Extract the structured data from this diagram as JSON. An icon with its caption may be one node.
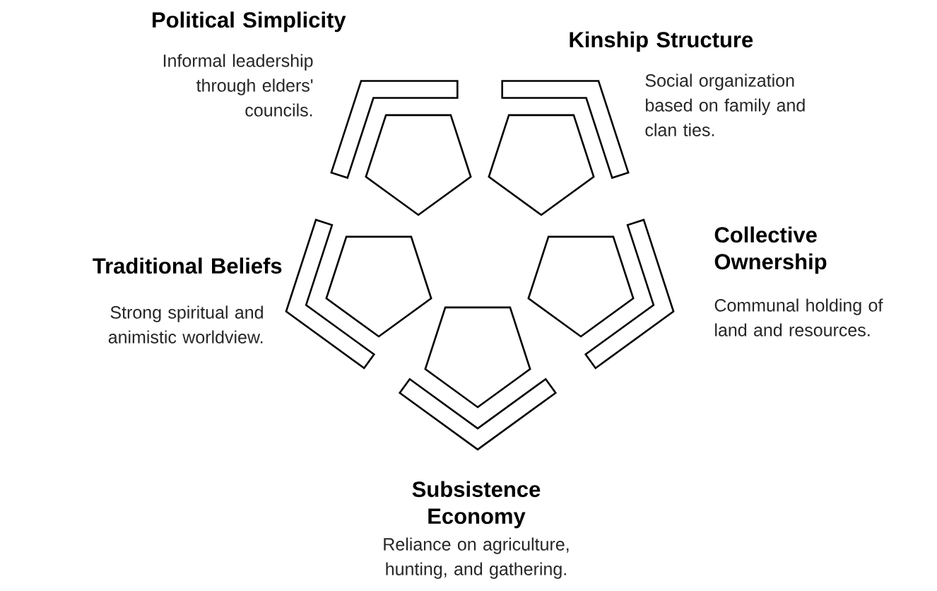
{
  "diagram": {
    "nodes": [
      {
        "text": [],
        "shape": "pentagon",
        "beside": [
          "Political Simplicity",
          "Informal leadership through elders' councils."
        ]
      },
      {
        "text": [],
        "shape": "pentagon",
        "beside": [
          "Kinship Structure",
          "Social organization based on family and clan ties."
        ]
      },
      {
        "text": [],
        "shape": "pentagon",
        "beside": [
          "Traditional Beliefs",
          "Strong spiritual and animistic worldview."
        ]
      },
      {
        "text": [],
        "shape": "pentagon",
        "beside": [
          "Collective Ownership",
          "Communal holding of land and resources."
        ]
      },
      {
        "text": [],
        "shape": "pentagon",
        "beside": [
          "Subsistence Economy",
          "Reliance on agriculture, hunting, and gathering."
        ]
      }
    ]
  }
}
